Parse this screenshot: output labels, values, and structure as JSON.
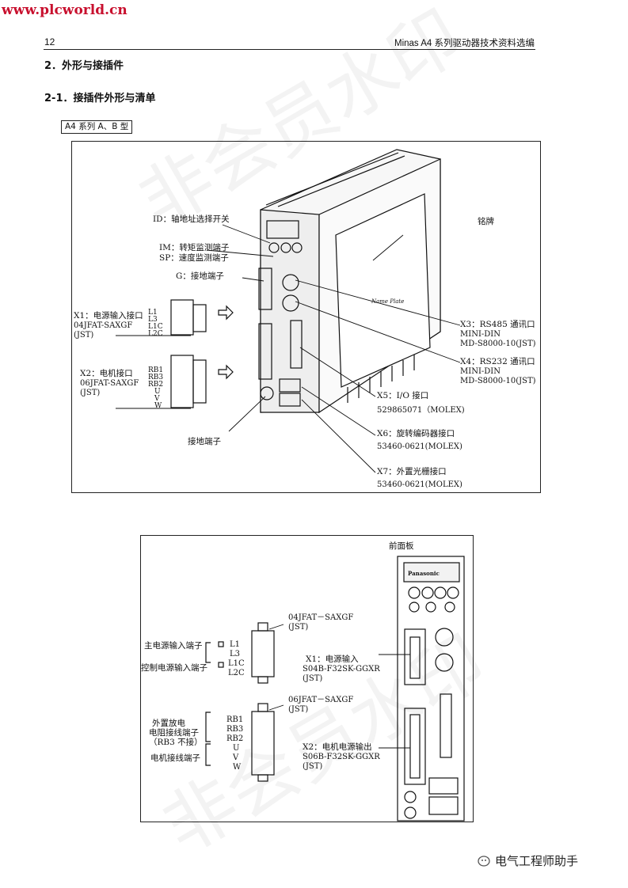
{
  "site": "www.plcworld.cn",
  "header": {
    "page_number": "12",
    "running_title": "Minas A4 系列驱动器技术资料选编"
  },
  "section": {
    "h1": "2．外形与接插件",
    "h2": "2-1．接插件外形与清单"
  },
  "tag": "A4 系列   A、B 型",
  "fig1": {
    "labels": {
      "id": "ID：轴地址选择开关",
      "im": "IM：转矩监测端子",
      "sp": "SP：速度监测端子",
      "g": "G：接地端子",
      "x1a": "X1：电源输入接口",
      "x1b": "04JFAT-SAXGF",
      "x1c": "(JST)",
      "x1pins": [
        "L1",
        "L3",
        "L1C",
        "L2C"
      ],
      "x2a": "X2：电机接口",
      "x2b": "06JFAT-SAXGF",
      "x2c": "(JST)",
      "x2pins": [
        "RB1",
        "RB3",
        "RB2",
        "U",
        "V",
        "W"
      ],
      "gnd": "接地端子",
      "nameplate": "铭牌",
      "nameplate_inner": "Name Plate",
      "x3a": "X3：RS485 通讯口",
      "x3b": "MINI-DIN",
      "x3c": "MD-S8000-10(JST)",
      "x4a": "X4：RS232 通讯口",
      "x4b": "MINI-DIN",
      "x4c": "MD-S8000-10(JST)",
      "x5a": "X5：I/O 接口",
      "x5b": "529865071（MOLEX)",
      "x6a": "X6：旋转编码器接口",
      "x6b": "53460-0621(MOLEX)",
      "x7a": "X7：外置光栅接口",
      "x7b": "53460-0621(MOLEX)"
    }
  },
  "fig2": {
    "labels": {
      "front": "前面板",
      "brand": "Panasonic",
      "c1a": "04JFAT－SAXGF",
      "c1b": "(JST)",
      "main_power": "主电源输入端子",
      "ctrl_power": "控制电源输入端子",
      "c1pins": [
        "L1",
        "L3",
        "L1C",
        "L2C"
      ],
      "x1a": "X1：电源输入",
      "x1b": "S04B-F32SK-GGXR",
      "x1c": "(JST)",
      "c2a": "06JFAT－SAXGF",
      "c2b": "(JST)",
      "regen1": "外置放电",
      "regen2": "电阻接线端子",
      "regen3": "（RB3 不接）",
      "motor": "电机接线端子",
      "c2pins": [
        "RB1",
        "RB3",
        "RB2",
        "U",
        "V",
        "W"
      ],
      "x2a": "X2：电机电源输出",
      "x2b": "S06B-F32SK-GGXR",
      "x2c": "(JST)"
    }
  },
  "watermark": "非会员水印",
  "footer": "电气工程师助手"
}
